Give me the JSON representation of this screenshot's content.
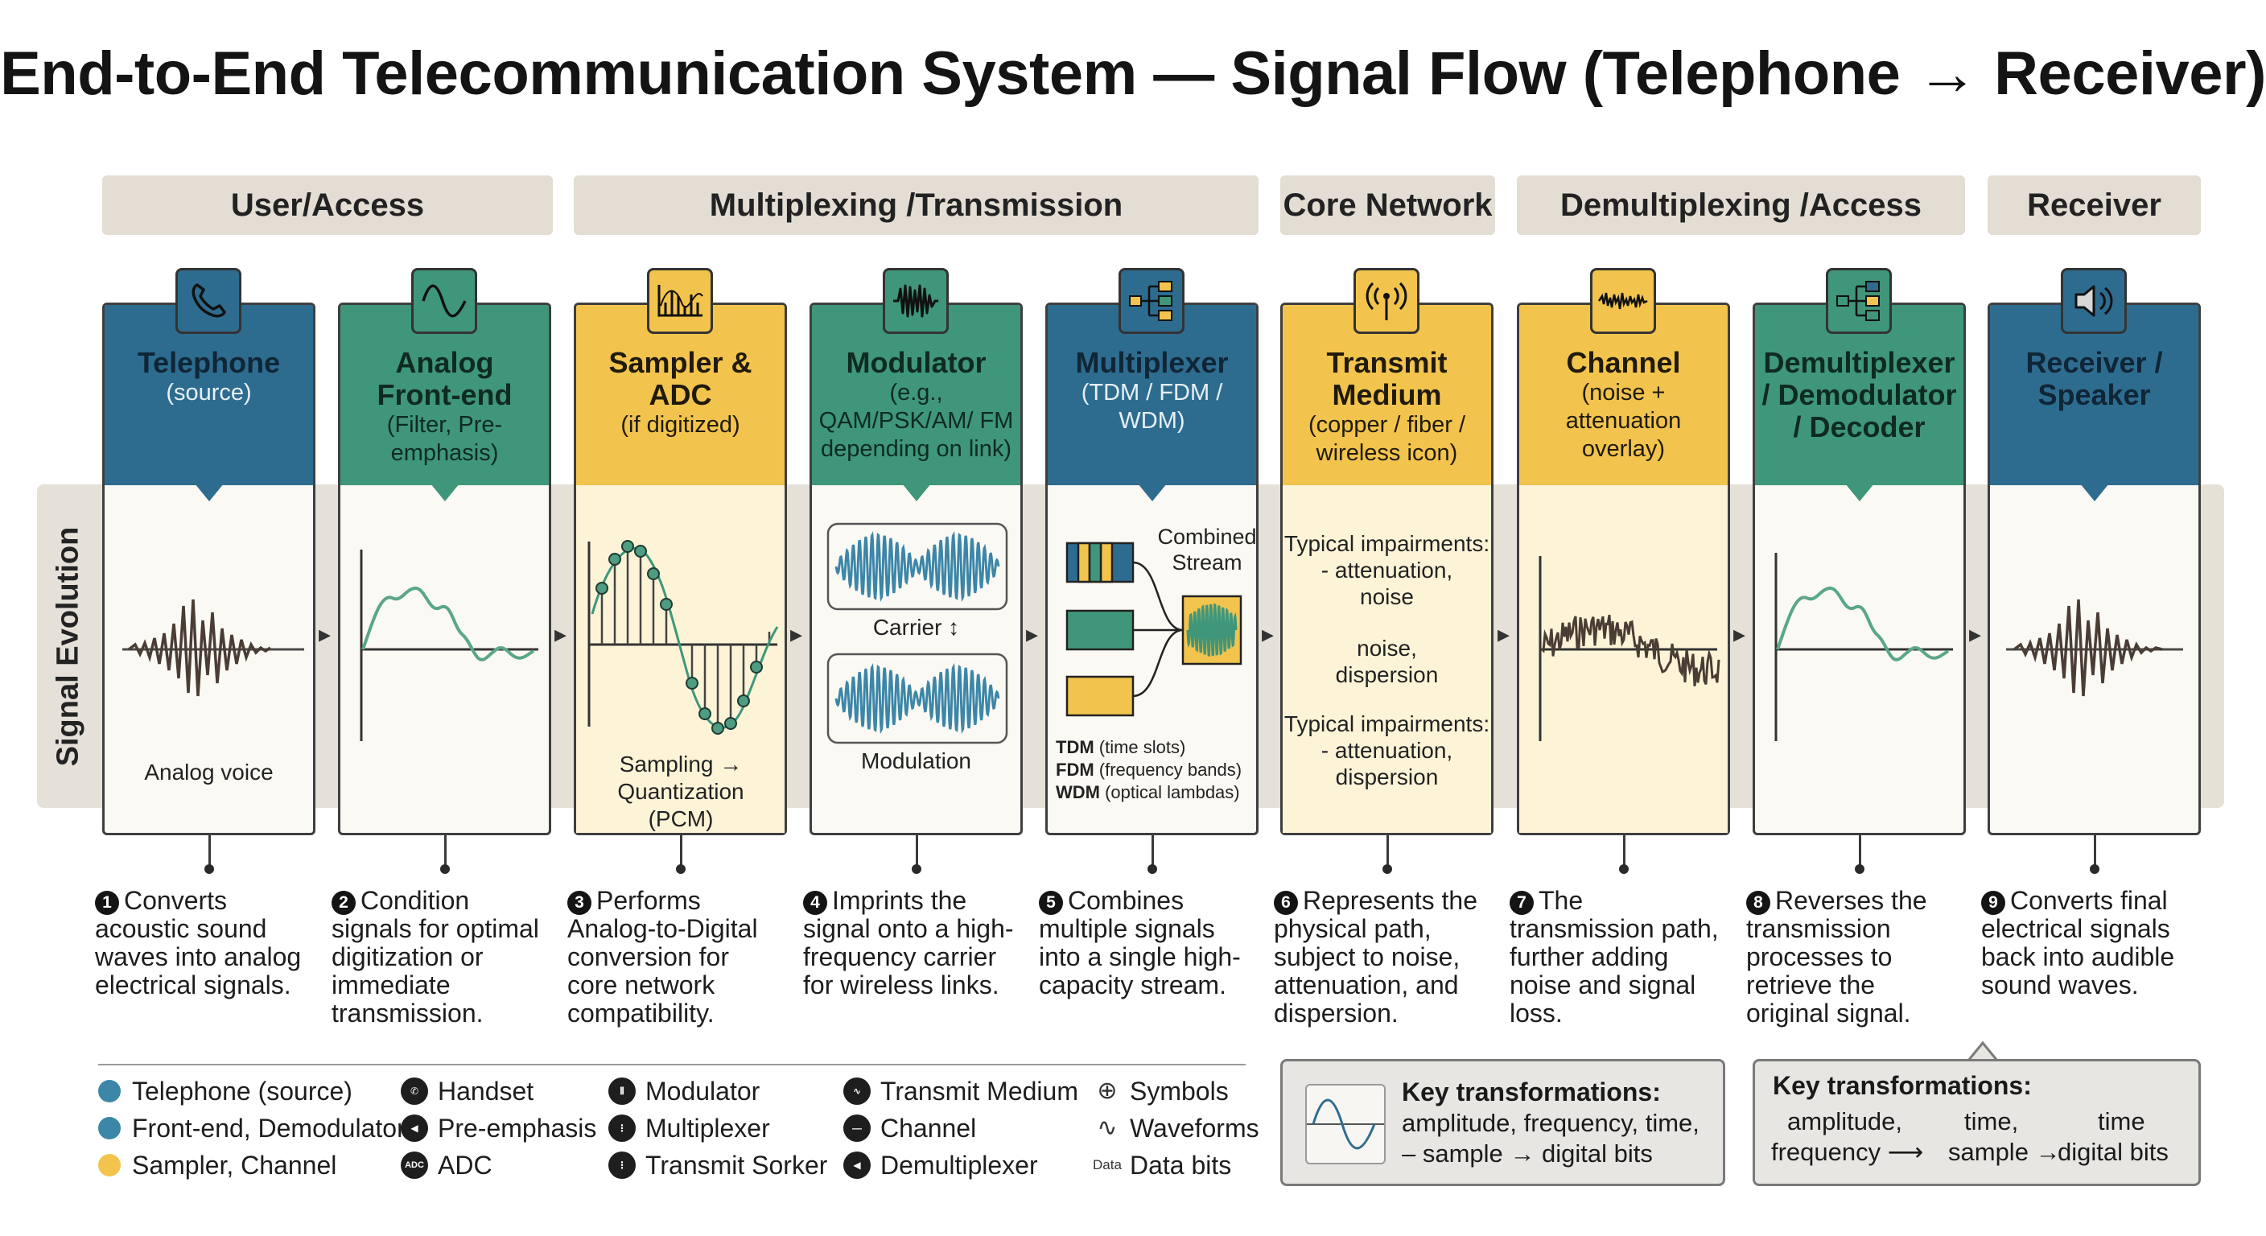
{
  "title": "End-to-End Telecommunication System — Signal Flow (Telephone → Receiver)",
  "phases": {
    "user_access": "User/Access",
    "mux_tx": "Multiplexing /Transmission",
    "core": "Core Network",
    "demux_access": "Demultiplexing /Access",
    "receiver": "Receiver"
  },
  "band_label": "Signal Evolution",
  "stages": [
    {
      "name": "Telephone",
      "sub": "(source)",
      "color": "#2e6c8f",
      "icon": "telephone-icon",
      "caption": "Analog voice"
    },
    {
      "name": "Analog Front-end",
      "sub": "(Filter, Pre-emphasis)",
      "color": "#3f967b",
      "icon": "sine-wave-icon"
    },
    {
      "name": "Sampler & ADC",
      "sub": "(if digitized)",
      "color": "#f2c44d",
      "icon": "sampler-icon",
      "caption": "Sampling → Quantization (PCM)"
    },
    {
      "name": "Modulator",
      "sub": "(e.g., QAM/PSK/AM/ FM depending on link)",
      "color": "#3f967b",
      "icon": "modulation-wave-icon",
      "carrier_label": "Carrier ↕",
      "caption": "Modulation"
    },
    {
      "name": "Multiplexer",
      "sub": "(TDM / FDM / WDM)",
      "color": "#2e6c8f",
      "icon": "multiplexer-icon",
      "combined_label": "Combined Stream",
      "notes": [
        {
          "k": "TDM",
          "v": "(time slots)"
        },
        {
          "k": "FDM",
          "v": "(frequency bands)"
        },
        {
          "k": "WDM",
          "v": "(optical lambdas)"
        }
      ]
    },
    {
      "name": "Transmit Medium",
      "sub": "(copper / fiber / wireless icon)",
      "color": "#f2c44d",
      "icon": "antenna-icon",
      "impair1": "Typical impairments:\n- attenuation,\nnoise",
      "impair2": "noise,\ndispersion",
      "impair3": "Typical impairments:\n- attenuation,\ndispersion"
    },
    {
      "name": "Channel",
      "sub": "(noise + attenuation overlay)",
      "color": "#f2c44d",
      "icon": "noisy-wave-icon"
    },
    {
      "name": "Demultiplexer / Demodulator / Decoder",
      "sub": "",
      "color": "#3f967b",
      "icon": "demultiplexer-icon"
    },
    {
      "name": "Receiver / Speaker",
      "sub": "",
      "color": "#2e6c8f",
      "icon": "speaker-icon"
    }
  ],
  "descriptions": [
    {
      "num": "1",
      "text": "Converts acoustic sound waves into analog electrical signals."
    },
    {
      "num": "2",
      "text": "Condition signals for optimal digitization or immediate transmission."
    },
    {
      "num": "3",
      "text": "Performs Analog-to-Digital conversion for core network compatibility."
    },
    {
      "num": "4",
      "text": "Imprints the signal onto a high-frequency carrier for wireless links."
    },
    {
      "num": "5",
      "text": "Combines multiple signals into a single high-capacity stream."
    },
    {
      "num": "6",
      "text": "Represents the physical path, subject to noise, attenuation, and dispersion."
    },
    {
      "num": "7",
      "text": "The transmission path, further adding noise and signal loss."
    },
    {
      "num": "8",
      "text": "Reverses the transmission processes to retrieve the original signal."
    },
    {
      "num": "9",
      "text": "Converts final electrical signals back into audible sound waves."
    }
  ],
  "legend": {
    "col1": [
      {
        "label": "Telephone (source)",
        "color": "#3c86a8"
      },
      {
        "label": "Front-end, Demodulator",
        "color": "#3c86a8"
      },
      {
        "label": "Sampler, Channel",
        "color": "#f2c44d"
      }
    ],
    "col2": [
      {
        "label": "Handset",
        "icon": "handset-icon"
      },
      {
        "label": "Pre-emphasis",
        "icon": "pre-emphasis-icon"
      },
      {
        "label": "ADC",
        "icon": "adc-icon",
        "icon_text": "ADC"
      }
    ],
    "col3": [
      {
        "label": "Modulator",
        "icon": "modulator-icon"
      },
      {
        "label": "Multiplexer",
        "icon": "multiplexer-icon"
      },
      {
        "label": "Transmit Sorker",
        "icon": "transmit-icon"
      }
    ],
    "col4": [
      {
        "label": "Transmit Medium",
        "icon": "transmit-medium-icon"
      },
      {
        "label": "Channel",
        "icon": "channel-icon"
      },
      {
        "label": "Demultiplexer",
        "icon": "demultiplexer-icon"
      }
    ],
    "col5": [
      {
        "label": "Symbols",
        "symbol": "⊕"
      },
      {
        "label": "Waveforms",
        "symbol": "∿"
      },
      {
        "label": "Data bits",
        "symbol": "Data"
      }
    ]
  },
  "key_box_1": {
    "title": "Key transformations:",
    "line1": "amplitude, frequency, time,",
    "line2": "– sample → digital bits"
  },
  "key_box_2": {
    "title": "Key transformations:",
    "r1a": "amplitude,",
    "r1b": "time,",
    "r1c": "time",
    "r2a": "frequency ⟶",
    "r2b": "sample →",
    "r2c": "digital bits"
  }
}
